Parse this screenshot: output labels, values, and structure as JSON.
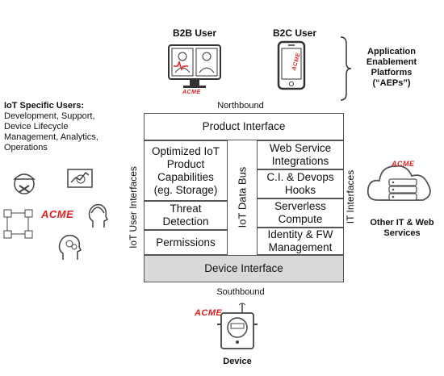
{
  "users": {
    "b2b_label": "B2B User",
    "b2c_label": "B2C User",
    "aep_label": "Application\nEnablement\nPlatforms\n(“AEPs”)"
  },
  "iot_users": {
    "title": "IoT Specific Users:",
    "description": "Development, Support,\nDevice Lifecycle\nManagement, Analytics,\nOperations"
  },
  "brand": "ACME",
  "flows": {
    "northbound": "Northbound",
    "southbound": "Southbound"
  },
  "platform": {
    "product_interface": "Product Interface",
    "device_interface": "Device Interface",
    "iot_user_interfaces": "IoT User Interfaces",
    "iot_data_bus": "IoT Data Bus",
    "it_interfaces": "IT Interfaces",
    "left_boxes": [
      "Optimized IoT\nProduct\nCapabilities\n(eg. Storage)",
      "Threat\nDetection",
      "Permissions"
    ],
    "right_boxes": [
      "Web Service\nIntegrations",
      "C.I. & Devops\nHooks",
      "Serverless\nCompute",
      "Identity & FW\nManagement"
    ]
  },
  "other_services": "Other IT & Web\nServices",
  "device_label": "Device",
  "colors": {
    "acme_red": "#e02020",
    "grey_band": "#d9d9d9",
    "border": "#555555"
  }
}
